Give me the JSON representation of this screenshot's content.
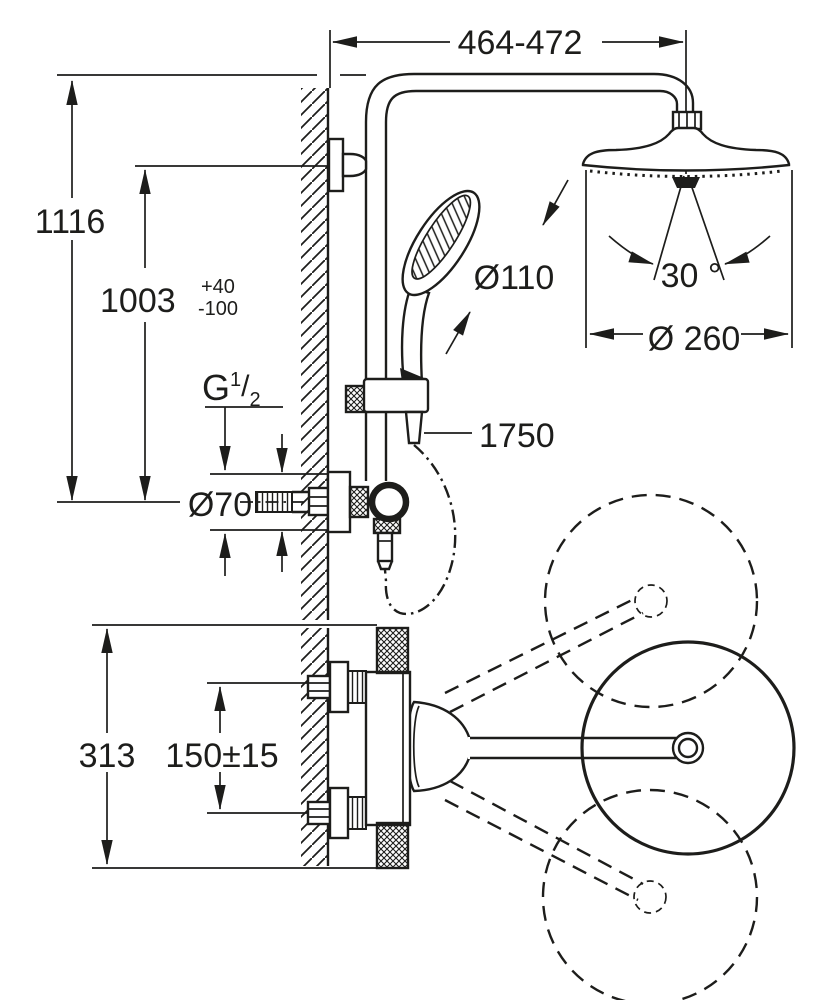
{
  "title": "Shower system technical dimensional drawing",
  "colors": {
    "line": "#1d1d1b",
    "background": "#ffffff"
  },
  "dimensions": {
    "top_width": "464-472",
    "overall_height": "1116",
    "connection_height": "1003",
    "connection_height_tol_plus": "+40",
    "connection_height_tol_minus": "-100",
    "thread_prefix": "G",
    "thread_sup": "1",
    "thread_slash": "/",
    "thread_sub": "2",
    "escutcheon_diameter": "Ø70",
    "handshower_diameter": "Ø110",
    "spray_angle": "30 °",
    "headshower_diameter": "Ø 260",
    "hose_length": "1750",
    "plan_overall_width": "313",
    "supply_spacing": "150±15"
  }
}
